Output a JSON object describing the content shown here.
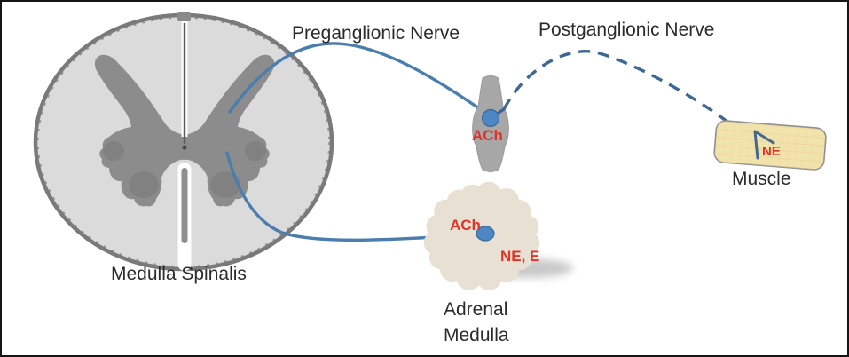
{
  "diagram": {
    "subject": "Sympathetic pathways from spinal cord to ganglion, adrenal medulla and muscle",
    "labels": {
      "preganglionic_nerve": "Preganglionic Nerve",
      "postganglionic_nerve": "Postganglionic Nerve",
      "medulla_spinalis": "Medulla Spinalis",
      "adrenal_line1": "Adrenal",
      "adrenal_line2": "Medulla",
      "muscle": "Muscle"
    },
    "neurotransmitters": {
      "ganglion_synapse": "ACh",
      "adrenal_synapse": "ACh",
      "adrenal_output": "NE, E",
      "muscle_junction": "NE"
    },
    "colors": {
      "nerve_blue": "#4b7dad",
      "postganglionic_dashed_blue": "#3e6795",
      "synapse_dot_blue": "#4d86c2",
      "neurotransmitter_red": "#e0332a",
      "label_text": "#2b2b2b",
      "cord_white_matter": "#dbdbdb",
      "cord_gray_matter": "#8c8c8c",
      "ganglion_gray": "#a7a7a7",
      "muscle_fill": "#f2e2ab",
      "adrenal_fill": "#e8e0d2"
    }
  }
}
